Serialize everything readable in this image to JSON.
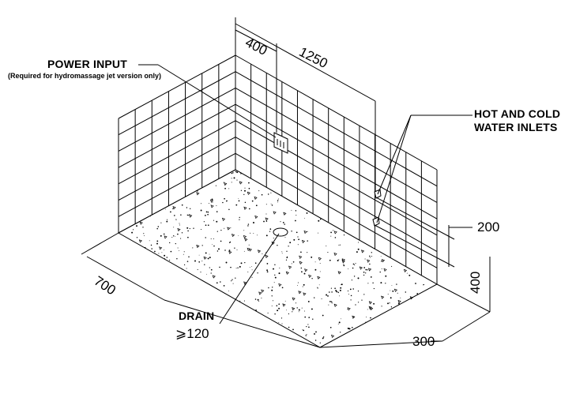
{
  "labels": {
    "power_input": "POWER INPUT",
    "power_note": "(Required for hydromassage jet version only)",
    "inlets_line1": "HOT AND COLD",
    "inlets_line2": "WATER INLETS",
    "drain": "DRAIN",
    "drain_size": "⩾120"
  },
  "dimensions": {
    "d400_top": "400",
    "d1250": "1250",
    "d200": "200",
    "d400_right": "400",
    "d700": "700",
    "d300": "300"
  }
}
